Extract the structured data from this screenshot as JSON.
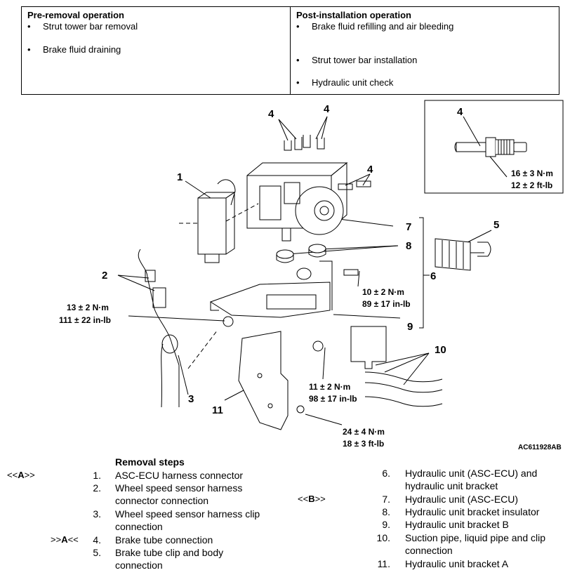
{
  "ops": {
    "pre": {
      "heading": "Pre-removal operation",
      "items": [
        "Strut tower bar removal",
        "Brake fluid draining"
      ]
    },
    "post": {
      "heading": "Post-installation operation",
      "items": [
        "Brake fluid refilling and air bleeding",
        "Strut tower bar installation",
        "Hydraulic unit check"
      ]
    },
    "bullet": "•"
  },
  "figure": {
    "labels": {
      "n1": "1",
      "n2": "2",
      "n3": "3",
      "n4": "4",
      "n5": "5",
      "n6": "6",
      "n7": "7",
      "n8": "8",
      "n9": "9",
      "n10": "10",
      "n11": "11"
    },
    "torques": {
      "t13_nm": "13 ± 2 N·m",
      "t13_inlb": "111 ± 22 in-lb",
      "t10_nm": "10 ± 2 N·m",
      "t10_inlb": "89 ± 17 in-lb",
      "t11_nm": "11 ± 2 N·m",
      "t11_inlb": "98 ± 17 in-lb",
      "t24_nm": "24 ± 4 N·m",
      "t24_ftlb": "18 ± 3 ft-lb",
      "t16_nm": "16 ± 3 N·m",
      "t16_ftlb": "12 ± 2 ft-lb"
    },
    "code": "AC611928AB"
  },
  "steps": {
    "title": "Removal steps",
    "left": [
      {
        "num": "1.",
        "text": "ASC-ECU harness connector",
        "mark_pre": "<<",
        "mark_letter": "A",
        "mark_post": ">>"
      },
      {
        "num": "2.",
        "text": "Wheel speed sensor harness\nconnector connection"
      },
      {
        "num": "3.",
        "text": "Wheel speed sensor harness clip\nconnection"
      },
      {
        "num": "4.",
        "text": "Brake tube connection",
        "mark_pre": ">>",
        "mark_letter": "A",
        "mark_post": "<<"
      },
      {
        "num": "5.",
        "text": "Brake tube clip and body\nconnection"
      }
    ],
    "right": [
      {
        "num": "6.",
        "text": "Hydraulic unit (ASC-ECU) and\nhydraulic unit bracket"
      },
      {
        "num": "7.",
        "text": "Hydraulic unit (ASC-ECU)",
        "mark_pre": "<<",
        "mark_letter": "B",
        "mark_post": ">>"
      },
      {
        "num": "8.",
        "text": "Hydraulic unit bracket insulator"
      },
      {
        "num": "9.",
        "text": "Hydraulic unit bracket B"
      },
      {
        "num": "10.",
        "text": "Suction pipe, liquid pipe and clip\nconnection"
      },
      {
        "num": "11.",
        "text": "Hydraulic unit bracket A"
      }
    ]
  }
}
